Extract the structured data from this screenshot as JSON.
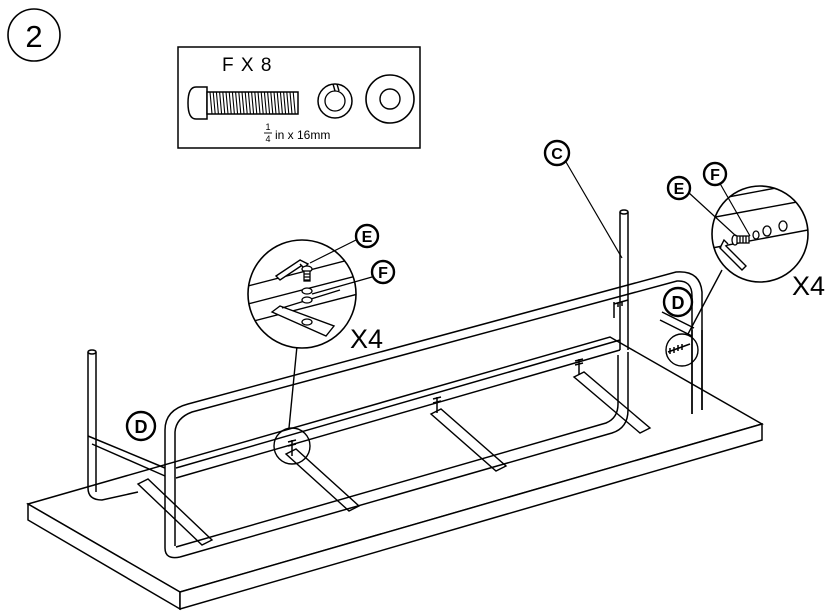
{
  "step": {
    "number": "2"
  },
  "parts_box": {
    "part_count": "F X 8",
    "bolt_size_num": "1",
    "bolt_size_den": "4",
    "bolt_size_rest": "in x 16mm"
  },
  "labels": {
    "c": "C",
    "d_left": "D",
    "d_right": "D",
    "e_left": "E",
    "f_left": "F",
    "e_right": "E",
    "f_right": "F"
  },
  "multipliers": {
    "left": "X4",
    "right": "X4"
  }
}
